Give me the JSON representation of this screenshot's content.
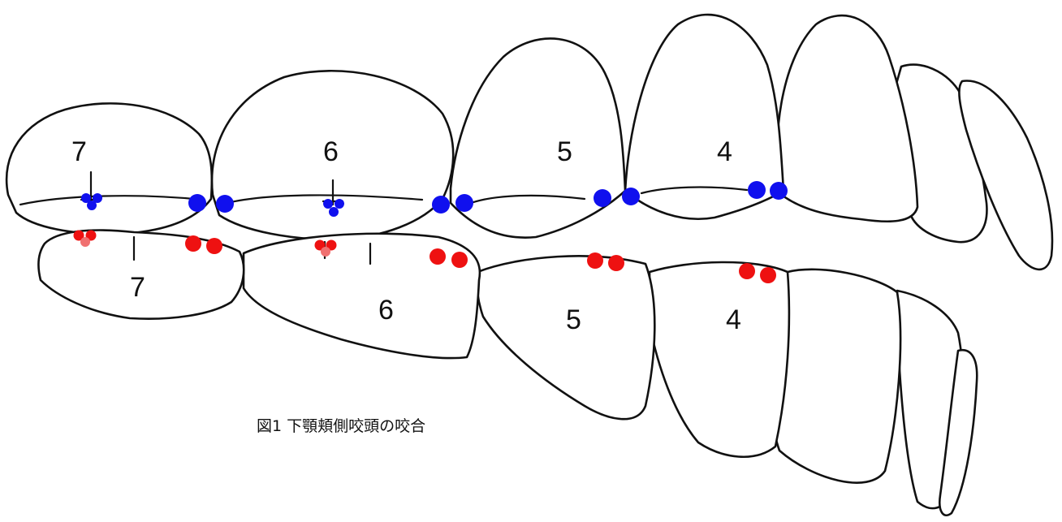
{
  "caption": "図1 下顎頬側咬頭の咬合",
  "upper_teeth_labels": [
    "7",
    "6",
    "5",
    "4"
  ],
  "lower_teeth_labels": [
    "7",
    "6",
    "5",
    "4"
  ],
  "colors": {
    "upper_contact": "#1010ee",
    "lower_contact": "#ee1111",
    "lower_contact_light": "#f07070",
    "outline": "#111111"
  }
}
